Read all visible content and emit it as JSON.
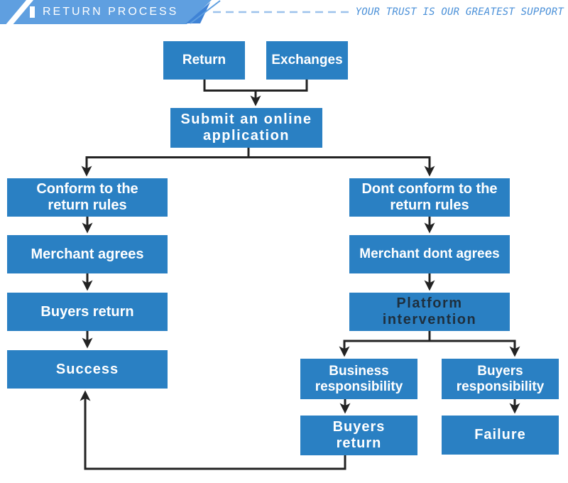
{
  "header": {
    "title": "RETURN PROCESS",
    "slogan": "YOUR TRUST IS OUR GREATEST SUPPORT"
  },
  "colors": {
    "box-blue": "#2a80c3",
    "line-dark": "#232323",
    "banner-blue": "#5f9fe0",
    "accent-blue": "#3f83d6",
    "dash-blue": "#9dc2ec",
    "slogan-blue": "#4a90d8",
    "platform-text": "#1e2f3e"
  },
  "flowchart": {
    "nodes": {
      "return": {
        "label": "Return"
      },
      "exchanges": {
        "label": "Exchanges"
      },
      "submit": {
        "label": "Submit an online\napplication"
      },
      "conform": {
        "label": "Conform to the\nreturn rules"
      },
      "merchant_agrees": {
        "label": "Merchant agrees"
      },
      "buyers_return_left": {
        "label": "Buyers return"
      },
      "success": {
        "label": "Success"
      },
      "dont_conform": {
        "label": "Dont conform to the\nreturn rules"
      },
      "merchant_dont_agrees": {
        "label": "Merchant dont agrees"
      },
      "platform": {
        "label": "Platform\nintervention"
      },
      "business_resp": {
        "label": "Business\nresponsibility"
      },
      "buyers_resp": {
        "label": "Buyers\nresponsibility"
      },
      "buyers_return_bottom": {
        "label": "Buyers\nreturn"
      },
      "failure": {
        "label": "Failure"
      }
    }
  }
}
